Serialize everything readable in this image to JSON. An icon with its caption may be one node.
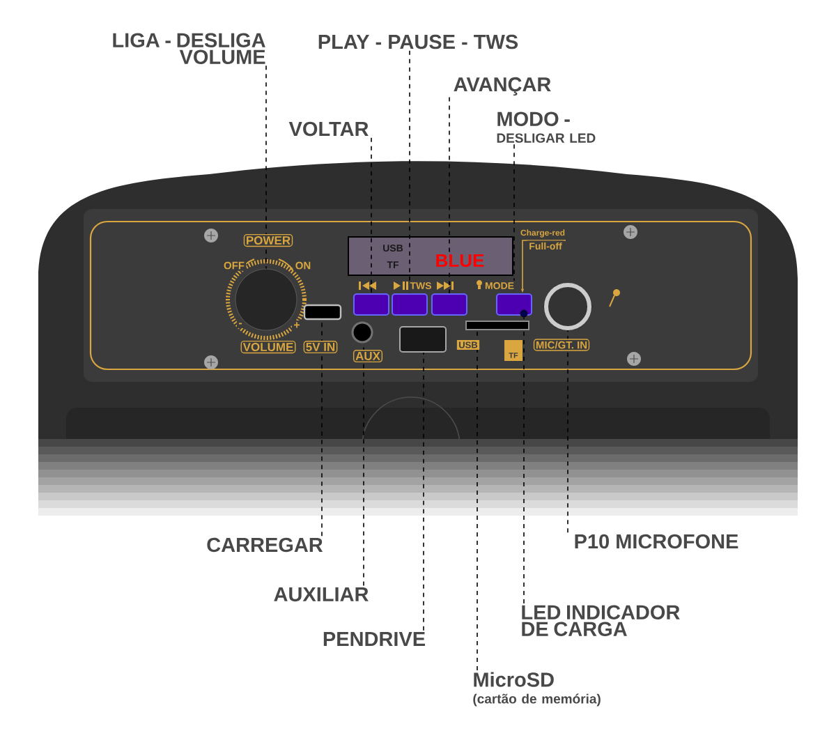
{
  "diagram": {
    "nodes": [
      {
        "text": [
          "LIGA - DESLIGA VOLUME"
        ]
      },
      {
        "text": [
          "PLAY - PAUSE - TWS"
        ]
      },
      {
        "text": [
          "AVANÇAR"
        ]
      },
      {
        "text": [
          "VOLTAR"
        ]
      },
      {
        "text": [
          "MODO -",
          "DESLIGAR LED"
        ]
      },
      {
        "text": [
          "CARREGAR"
        ]
      },
      {
        "text": [
          "AUXILIAR"
        ]
      },
      {
        "text": [
          "PENDRIVE"
        ]
      },
      {
        "text": [
          "MicroSD",
          "(cartão de memória)"
        ]
      },
      {
        "text": [
          "LED INDICADOR DE CARGA"
        ]
      },
      {
        "text": [
          "P10 MICROFONE"
        ]
      },
      {
        "text": [],
        "shape": "circle"
      },
      {
        "text": [],
        "shape": "box"
      },
      {
        "text": [],
        "shape": "circle"
      },
      {
        "text": [],
        "shape": "box"
      },
      {
        "text": [],
        "shape": "box"
      },
      {
        "text": [],
        "shape": "box"
      },
      {
        "text": [],
        "shape": "box"
      },
      {
        "text": [],
        "shape": "bar"
      },
      {
        "text": [],
        "shape": "box"
      },
      {
        "text": [],
        "shape": "circle"
      },
      {
        "text": [],
        "shape": "circle"
      }
    ],
    "edges": [
      {
        "from": 0,
        "to": 11,
        "arrow": "none"
      },
      {
        "from": 1,
        "to": 15,
        "arrow": "none"
      },
      {
        "from": 2,
        "to": 17,
        "arrow": "none"
      },
      {
        "from": 3,
        "to": 14,
        "arrow": "none"
      },
      {
        "from": 4,
        "to": 19,
        "arrow": "none"
      },
      {
        "from": 5,
        "to": 12,
        "arrow": "none"
      },
      {
        "from": 6,
        "to": 13,
        "arrow": "none"
      },
      {
        "from": 7,
        "to": 16,
        "arrow": "none"
      },
      {
        "from": 8,
        "to": 18,
        "arrow": "none"
      },
      {
        "from": 9,
        "to": 20,
        "arrow": "none"
      },
      {
        "from": 10,
        "to": 21,
        "arrow": "none"
      }
    ],
    "labels": [
      "POWER",
      "OFF",
      "ON",
      "-",
      "+",
      "USB",
      "TF",
      "BLUE",
      "TWS",
      "MODE",
      "Charge-red",
      "Full-off",
      "VOLUME",
      "5V IN",
      "AUX",
      "USB",
      "TF",
      "MIC/GT. IN"
    ]
  }
}
